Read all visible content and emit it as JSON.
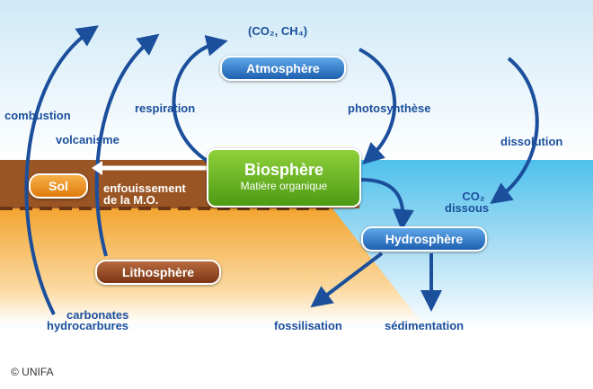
{
  "nodes": {
    "atmosphere": "Atmosphère",
    "biosphere": "Biosphère",
    "biosphere_sub": "Matière organique",
    "hydrosphere": "Hydrosphère",
    "lithosphere": "Lithosphère",
    "sol": "Sol"
  },
  "labels": {
    "co2_ch4": "(CO₂, CH₄)",
    "respiration": "respiration",
    "photosynthese": "photosynthèse",
    "combustion": "combustion",
    "volcanisme": "volcanisme",
    "dissolution": "dissolution",
    "co2_dissous_1": "CO₂",
    "co2_dissous_2": "dissous",
    "enfouissement_1": "enfouissement",
    "enfouissement_2": "de la M.O.",
    "carbonates_1": "carbonates",
    "carbonates_2": "hydrocarbures",
    "fossilisation": "fossilisation",
    "sedimentation": "sédimentation"
  },
  "copyright": "© UNIFA"
}
